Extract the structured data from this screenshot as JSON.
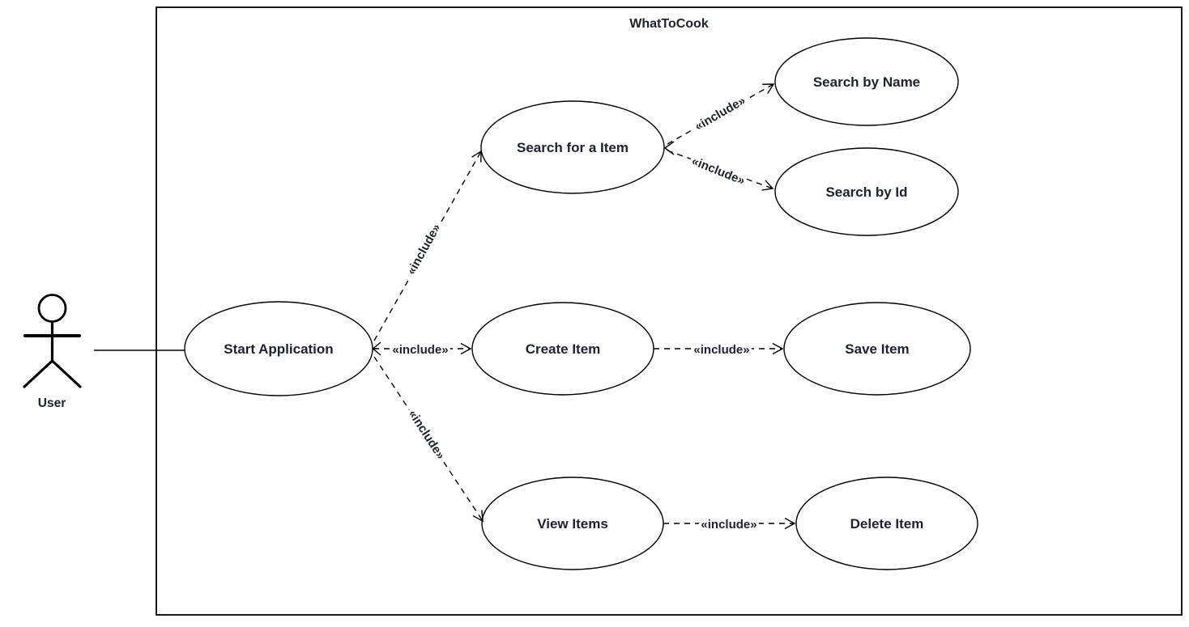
{
  "diagram": {
    "type": "uml-use-case-diagram",
    "system": {
      "title": "WhatToCook"
    },
    "actor": {
      "label": "User"
    },
    "use_cases": [
      {
        "id": "start-application",
        "label": "Start Application"
      },
      {
        "id": "search-for-a-item",
        "label": "Search for a Item"
      },
      {
        "id": "search-by-name",
        "label": "Search by Name"
      },
      {
        "id": "search-by-id",
        "label": "Search by Id"
      },
      {
        "id": "create-item",
        "label": "Create Item"
      },
      {
        "id": "save-item",
        "label": "Save Item"
      },
      {
        "id": "view-items",
        "label": "View Items"
      },
      {
        "id": "delete-item",
        "label": "Delete Item"
      }
    ],
    "associations": [
      {
        "from": "User",
        "to": "Start Application",
        "style": "solid-line"
      }
    ],
    "includes": [
      {
        "from": "Start Application",
        "to": "Search for a Item",
        "label": "«include»"
      },
      {
        "from": "Start Application",
        "to": "Create Item",
        "label": "«include»"
      },
      {
        "from": "Start Application",
        "to": "View Items",
        "label": "«include»"
      },
      {
        "from": "Search for a Item",
        "to": "Search by Name",
        "label": "«include»"
      },
      {
        "from": "Search for a Item",
        "to": "Search by Id",
        "label": "«include»"
      },
      {
        "from": "Create Item",
        "to": "Save Item",
        "label": "«include»"
      },
      {
        "from": "View Items",
        "to": "Delete Item",
        "label": "«include»"
      }
    ],
    "colors": {
      "background": "#ffffff",
      "stroke": "#000000",
      "text": "#1e222a"
    }
  }
}
